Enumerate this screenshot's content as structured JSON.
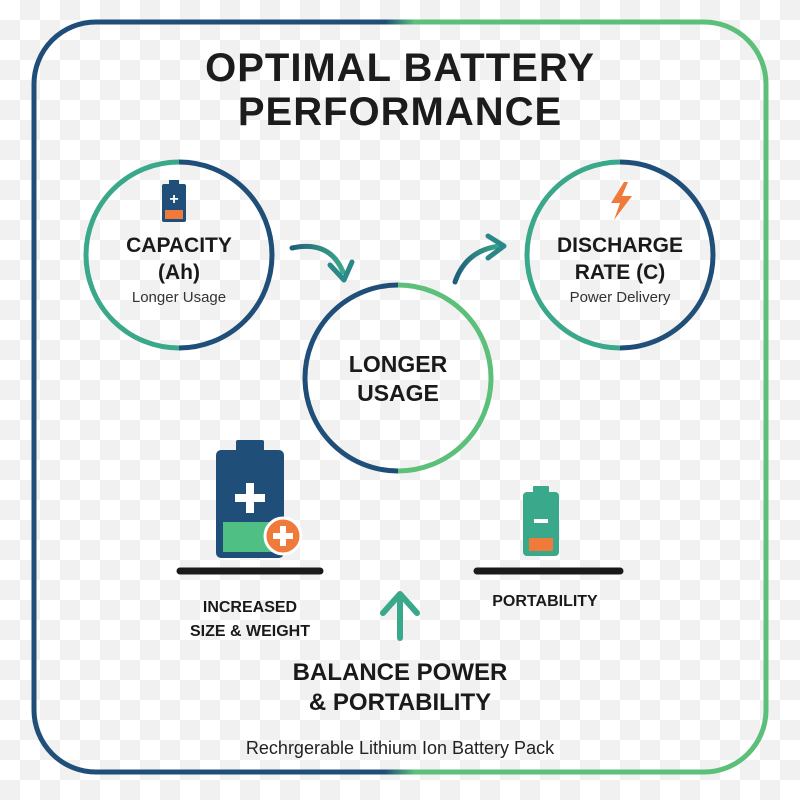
{
  "title": "OPTIMAL BATTERY\nPERFORMANCE",
  "capacity": {
    "title": "CAPACITY\n(Ah)",
    "subtitle": "Longer Usage",
    "icon": "battery-plus-icon"
  },
  "discharge": {
    "title": "DISCHARGE\nRATE (C)",
    "subtitle": "Power Delivery",
    "icon": "lightning-icon"
  },
  "center": {
    "title": "LONGER\nUSAGE"
  },
  "left_item": {
    "label": "INCREASED\nSIZE & WEIGHT",
    "icon": "large-battery-icon",
    "badge_icon": "plus-badge-icon"
  },
  "right_item": {
    "label": "PORTABILITY",
    "icon": "small-battery-icon"
  },
  "balance": {
    "label": "BALANCE POWER\n& PORTABILITY",
    "icon": "up-arrow-icon"
  },
  "footer": "Rechrgerable Lithium Ion Battery Pack",
  "colors": {
    "navy": "#1f4e79",
    "green": "#5cc07a",
    "teal": "#3aa88a",
    "orange": "#f07a3a"
  }
}
